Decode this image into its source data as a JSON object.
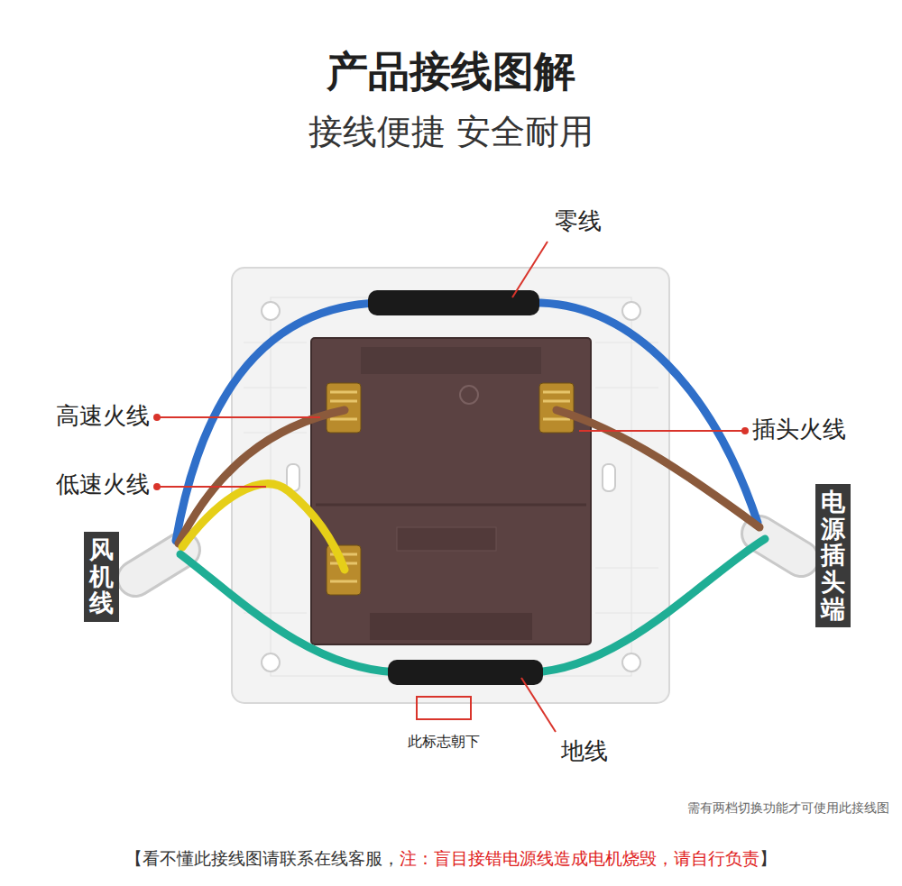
{
  "diagram": {
    "title": "产品接线图解",
    "nodes": [
      {
        "text": [
          "风机线"
        ]
      },
      {
        "text": [
          "电源插头端"
        ]
      }
    ],
    "labels": [
      "接线便捷 安全耐用",
      "零线",
      "高速火线",
      "低速火线",
      "插头火线",
      "此标志朝下",
      "地线",
      "需有两档切换功能才可使用此接线图",
      "【看不懂此接线图请联系在线客服，",
      "注：盲目接错电源线造成电机烧毁，请自行负责",
      "】"
    ]
  }
}
